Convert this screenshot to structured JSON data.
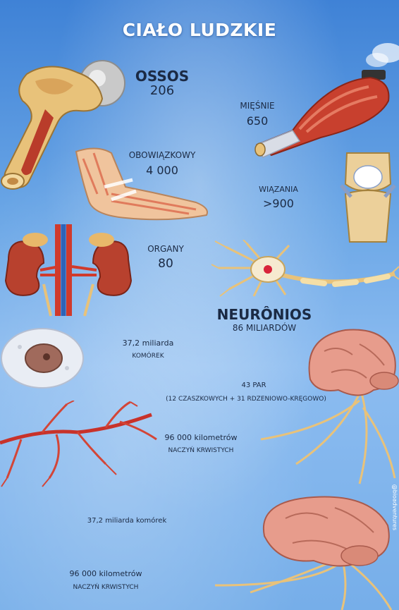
{
  "title": "CIAŁO LUDZKIE",
  "bones": {
    "label": "OSSOS",
    "value": "206"
  },
  "muscles": {
    "label": "MIĘŚNIE",
    "value": "650"
  },
  "tendons": {
    "label": "OBOWIĄZKOWY",
    "value": "4 000"
  },
  "ligaments": {
    "label": "WIĄZANIA",
    "value": ">900"
  },
  "organs": {
    "label": "ORGANY",
    "value": "80"
  },
  "neurons": {
    "label": "NEURÔNIOS",
    "value": "86 MILIARDÓW"
  },
  "cells": {
    "value": "37,2 miliarda",
    "label": "KOMÓREK"
  },
  "nerves": {
    "value": "43 PAR",
    "detail": "(12 CZASZKOWYCH + 31 RDZENIOWO-KRĘGOWO)"
  },
  "vessels": {
    "value": "96 000 kilometrów",
    "label": "NACZYŃ KRWISTYCH"
  },
  "cells_repeat": {
    "text": "37,2 miliarda komórek"
  },
  "vessels_repeat": {
    "value": "96 000 kilometrów",
    "label": "NACZYŃ KRWISTYCH"
  },
  "watermark": "@bioadventures",
  "icons": [
    "bone-icon",
    "muscle-icon",
    "foot-icon",
    "knee-icon",
    "kidneys-icon",
    "neuron-icon",
    "cell-icon",
    "brain-icon",
    "blood-vessels-icon"
  ],
  "colors": {
    "background": "#6aa6e6",
    "title": "#ffffff",
    "text": "#1b2a44"
  }
}
